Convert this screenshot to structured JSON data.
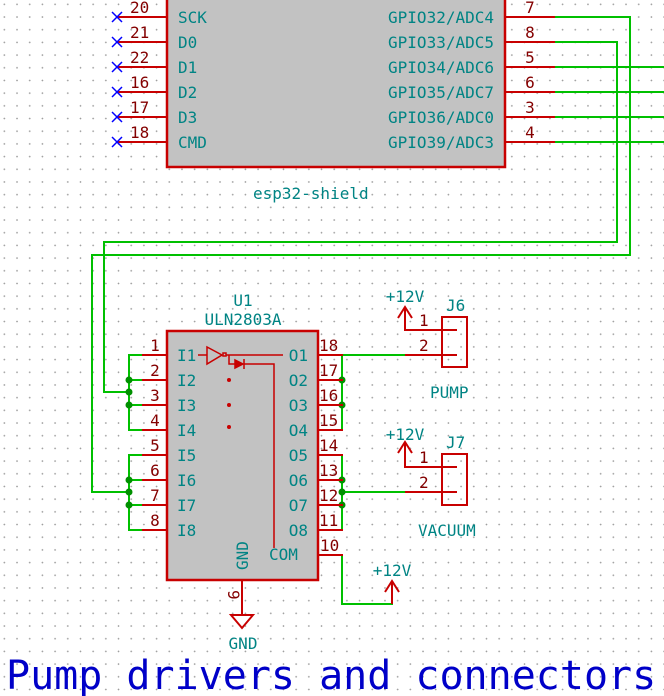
{
  "colors": {
    "wire": "#00c000",
    "pin": "#c80000",
    "pin_number": "#840000",
    "text": "#008484",
    "body": "#c2c2c2",
    "noconnect": "#0000ff",
    "title": "#0000c8"
  },
  "esp32": {
    "ref": "esp32-shield",
    "left_pins": [
      {
        "num": "20",
        "name": "SCK"
      },
      {
        "num": "21",
        "name": "D0"
      },
      {
        "num": "22",
        "name": "D1"
      },
      {
        "num": "16",
        "name": "D2"
      },
      {
        "num": "17",
        "name": "D3"
      },
      {
        "num": "18",
        "name": "CMD"
      }
    ],
    "right_pins": [
      {
        "num": "7",
        "name": "GPIO32/ADC4"
      },
      {
        "num": "8",
        "name": "GPIO33/ADC5"
      },
      {
        "num": "5",
        "name": "GPIO34/ADC6"
      },
      {
        "num": "6",
        "name": "GPIO35/ADC7"
      },
      {
        "num": "3",
        "name": "GPIO36/ADC0"
      },
      {
        "num": "4",
        "name": "GPIO39/ADC3"
      }
    ]
  },
  "u1": {
    "ref": "U1",
    "value": "ULN2803A",
    "left_pins": [
      {
        "num": "1",
        "name": "I1"
      },
      {
        "num": "2",
        "name": "I2"
      },
      {
        "num": "3",
        "name": "I3"
      },
      {
        "num": "4",
        "name": "I4"
      },
      {
        "num": "5",
        "name": "I5"
      },
      {
        "num": "6",
        "name": "I6"
      },
      {
        "num": "7",
        "name": "I7"
      },
      {
        "num": "8",
        "name": "I8"
      }
    ],
    "right_pins": [
      {
        "num": "18",
        "name": "O1"
      },
      {
        "num": "17",
        "name": "O2"
      },
      {
        "num": "16",
        "name": "O3"
      },
      {
        "num": "15",
        "name": "O4"
      },
      {
        "num": "14",
        "name": "O5"
      },
      {
        "num": "13",
        "name": "O6"
      },
      {
        "num": "12",
        "name": "O7"
      },
      {
        "num": "11",
        "name": "O8"
      }
    ],
    "com": {
      "num": "10",
      "name": "COM"
    },
    "gnd": {
      "num": "9",
      "name": "GND"
    }
  },
  "j6": {
    "ref": "J6",
    "value": "PUMP",
    "pin1": "1",
    "pin2": "2",
    "power": "+12V"
  },
  "j7": {
    "ref": "J7",
    "value": "VACUUM",
    "pin1": "1",
    "pin2": "2",
    "power": "+12V"
  },
  "com_power": "+12V",
  "gnd_symbol": "GND",
  "sheet_title": "Pump drivers and connectors"
}
